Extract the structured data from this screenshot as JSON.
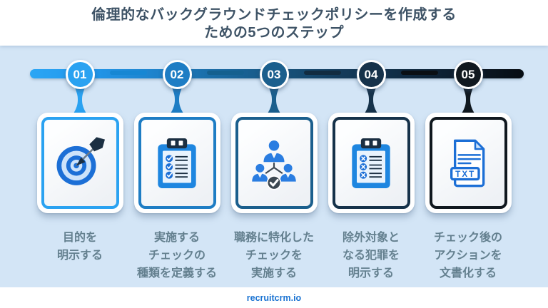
{
  "title": {
    "line1": "倫理的なバックグラウンドチェックポリシーを作成する",
    "line2": "ための5つのステップ"
  },
  "steps": [
    {
      "number": "01",
      "label": "目的を\n明示する",
      "color": "#2aa2f1",
      "icon": "target-dart-icon"
    },
    {
      "number": "02",
      "label": "実施する\nチェックの\n種類を定義する",
      "color": "#1e7dc4",
      "icon": "checklist-clipboard-icon"
    },
    {
      "number": "03",
      "label": "職務に特化した\nチェックを\n実施する",
      "color": "#1b5f8d",
      "icon": "team-hierarchy-check-icon"
    },
    {
      "number": "04",
      "label": "除外対象と\nなる犯罪を\n明示する",
      "color": "#16324a",
      "icon": "exclusion-clipboard-icon"
    },
    {
      "number": "05",
      "label": "チェック後の\nアクションを\n文書化する",
      "color": "#10181f",
      "icon": "txt-document-icon"
    }
  ],
  "timeline": {
    "gradient": [
      "#2ba6f5",
      "#2196ea",
      "#1e83cc",
      "#1a6ba4",
      "#175580",
      "#143c5c",
      "#102c44",
      "#0c1b2a",
      "#070d13"
    ],
    "accents": [
      "#1787d3",
      "#15608f",
      "#122c41",
      "#0a0f14"
    ]
  },
  "footer": {
    "brand": "recruitcrm.io"
  },
  "colors": {
    "background": "#d3e5f6",
    "title_band": "#ffffff",
    "title_text": "#3e5366",
    "label_text": "#64808f",
    "footer_text": "#1a73d2",
    "icon_blue": "#1c6fd6",
    "icon_light_blue": "#cde3fa",
    "icon_dark_navy": "#1b2f42"
  }
}
